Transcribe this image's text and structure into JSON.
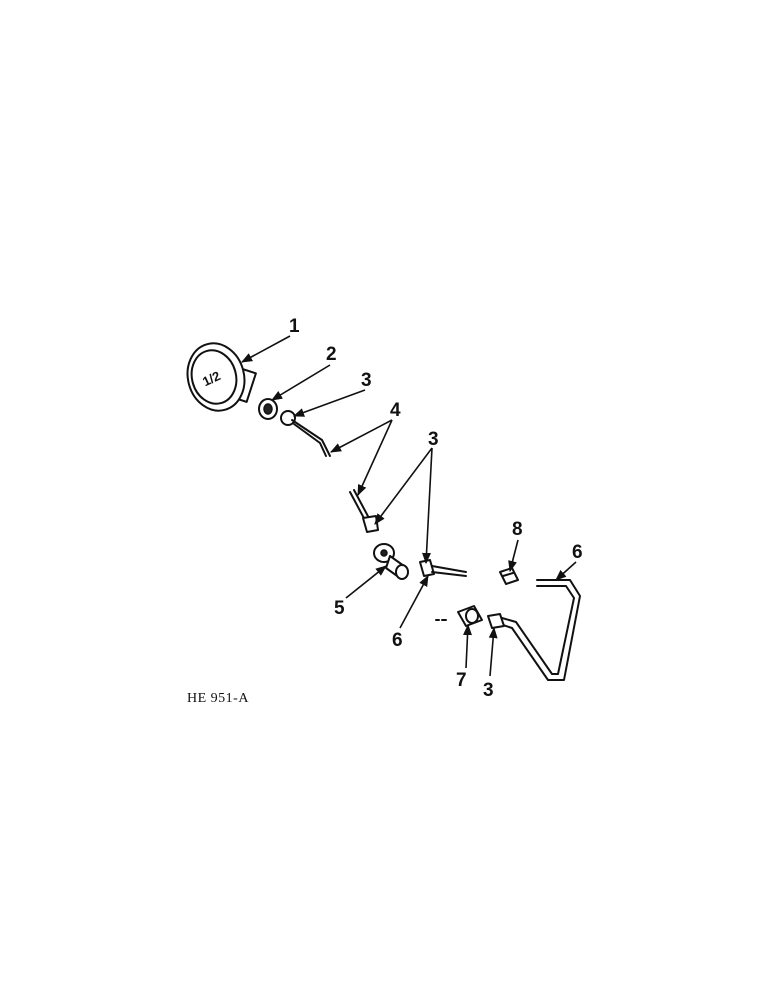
{
  "figure_ref": "HE 951-A",
  "callouts": {
    "c1": "1",
    "c2": "2",
    "c3a": "3",
    "c4": "4",
    "c3b": "3",
    "c8": "8",
    "c6a": "6",
    "c5": "5",
    "c6b": "6",
    "c7": "7",
    "c3c": "3"
  },
  "gauge_face_text": "1/2"
}
